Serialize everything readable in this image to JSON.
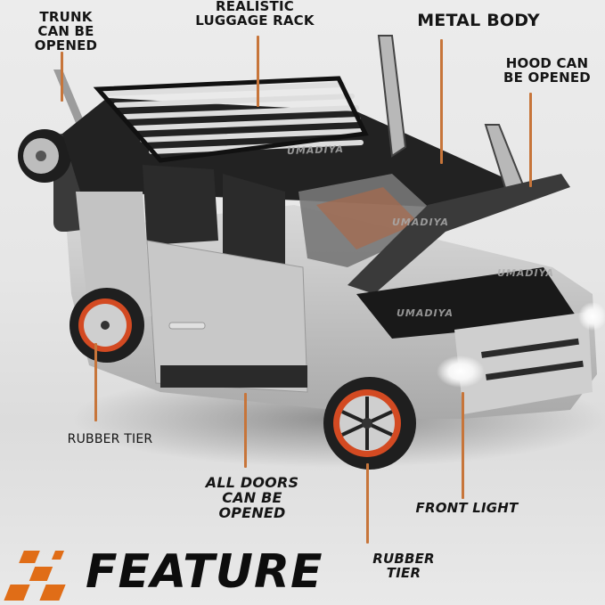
{
  "image": {
    "type": "product-feature-infographic",
    "subject": "die-cast SUV toy car model (silver with black roof)",
    "background_color": "#e8e8e8",
    "accent_color": "#c7753a",
    "logo_color": "#e06d17",
    "text_color": "#151515"
  },
  "callouts": [
    {
      "id": "trunk",
      "lines": [
        "TRUNK",
        "CAN BE OPENED"
      ]
    },
    {
      "id": "luggage",
      "lines": [
        "REALISTIC",
        "LUGGAGE RACK"
      ]
    },
    {
      "id": "metal",
      "lines": [
        "METAL BODY"
      ]
    },
    {
      "id": "hood",
      "lines": [
        "HOOD CAN",
        "BE OPENED"
      ]
    },
    {
      "id": "rubber_left",
      "lines": [
        "RUBBER TIER"
      ]
    },
    {
      "id": "doors",
      "lines": [
        "ALL DOORS",
        "CAN BE OPENED"
      ]
    },
    {
      "id": "front_light",
      "lines": [
        "FRONT LIGHT"
      ]
    },
    {
      "id": "rubber_right",
      "lines": [
        "RUBBER TIER"
      ]
    }
  ],
  "footer": {
    "title": "FEATURE",
    "logo_icon": "checkered-flag-icon"
  },
  "watermark": "UMADIYA"
}
